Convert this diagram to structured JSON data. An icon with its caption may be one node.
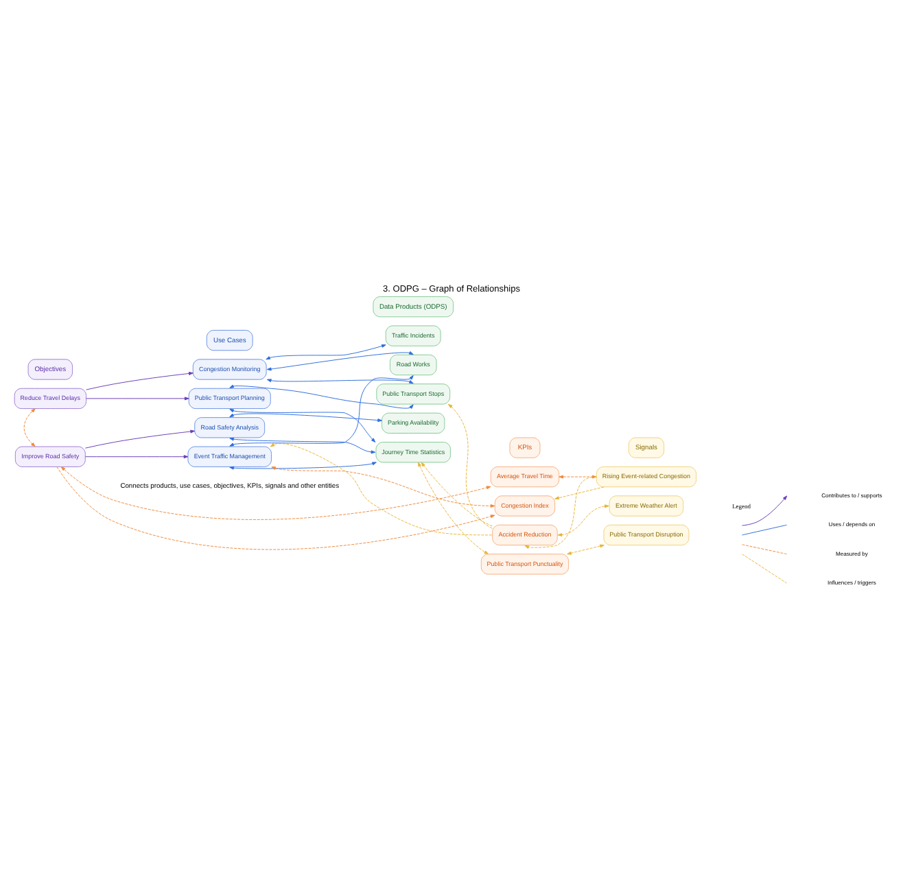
{
  "diagram": {
    "title": "3. ODPG – Graph of Relationships",
    "nodes": [
      {
        "text": [
          "Objectives"
        ]
      },
      {
        "text": [
          "Use Cases"
        ]
      },
      {
        "text": [
          "Data Products (ODPS)"
        ]
      },
      {
        "text": [
          "Reduce Travel Delays"
        ]
      },
      {
        "text": [
          "Improve Road Safety"
        ]
      },
      {
        "text": [
          "Congestion Monitoring"
        ]
      },
      {
        "text": [
          "Public Transport Planning"
        ]
      },
      {
        "text": [
          "Road Safety Analysis"
        ]
      },
      {
        "text": [
          "Event Traffic Management"
        ]
      },
      {
        "text": [
          "Traffic Incidents"
        ]
      },
      {
        "text": [
          "Road Works"
        ]
      },
      {
        "text": [
          "Public Transport Stops"
        ]
      },
      {
        "text": [
          "Parking Availability"
        ]
      },
      {
        "text": [
          "Journey Time Statistics"
        ]
      },
      {
        "text": [
          "KPIs"
        ]
      },
      {
        "text": [
          "Average Travel Time"
        ]
      },
      {
        "text": [
          "Congestion Index"
        ]
      },
      {
        "text": [
          "Accident Reduction"
        ]
      },
      {
        "text": [
          "Public Transport Punctuality"
        ]
      },
      {
        "text": [
          "Signals"
        ]
      },
      {
        "text": [
          "Rising Event-related Congestion"
        ]
      },
      {
        "text": [
          "Extreme Weather Alert"
        ]
      },
      {
        "text": [
          "Public Transport Disruption"
        ]
      }
    ],
    "edges": [
      {
        "from": 3,
        "to": 5,
        "arrow": "to",
        "color": "#6a3db8"
      },
      {
        "from": 3,
        "to": 6,
        "arrow": "to",
        "color": "#6a3db8"
      },
      {
        "from": 4,
        "to": 7,
        "arrow": "to",
        "color": "#6a3db8"
      },
      {
        "from": 4,
        "to": 8,
        "arrow": "to",
        "color": "#6a3db8"
      },
      {
        "from": 5,
        "to": 9,
        "arrow": "both"
      },
      {
        "from": 5,
        "to": 10,
        "arrow": "both"
      },
      {
        "from": 5,
        "to": 11,
        "arrow": "both"
      },
      {
        "from": 6,
        "to": 11,
        "arrow": "both"
      },
      {
        "from": 6,
        "to": 13,
        "arrow": "both"
      },
      {
        "from": 7,
        "to": 12,
        "arrow": "both"
      },
      {
        "from": 7,
        "to": 13,
        "arrow": "both"
      },
      {
        "from": 8,
        "to": 10,
        "arrow": "both"
      },
      {
        "from": 8,
        "to": 13,
        "arrow": "both"
      },
      {
        "from": 3,
        "to": 4,
        "arrow": "both",
        "style": "dashed",
        "color": "#f08a3c"
      },
      {
        "from": 4,
        "to": 15,
        "arrow": "both",
        "style": "dashed",
        "color": "#f08a3c"
      },
      {
        "from": 4,
        "to": 16,
        "arrow": "to",
        "style": "dashed",
        "color": "#f08a3c"
      },
      {
        "from": 8,
        "to": 16,
        "arrow": "both",
        "style": "dashed",
        "color": "#f08a3c"
      },
      {
        "from": 17,
        "to": 8,
        "arrow": "to",
        "style": "dashed",
        "color": "#e8b53a"
      },
      {
        "from": 17,
        "to": 11,
        "arrow": "to",
        "style": "dashed",
        "color": "#e8b53a"
      },
      {
        "from": 17,
        "to": 13,
        "arrow": "to",
        "style": "dashed",
        "color": "#e8b53a"
      },
      {
        "from": 13,
        "to": 18,
        "arrow": "both",
        "style": "dashed",
        "color": "#e8b53a"
      },
      {
        "from": 15,
        "to": 20,
        "arrow": "both",
        "style": "dashed",
        "color": "#f08a3c"
      },
      {
        "from": 20,
        "to": 16,
        "arrow": "to",
        "style": "dashed",
        "color": "#e8b53a"
      },
      {
        "from": 20,
        "to": 17,
        "arrow": "to",
        "style": "dashed",
        "color": "#e8b53a"
      },
      {
        "from": 21,
        "to": 17,
        "arrow": "both",
        "style": "dashed",
        "color": "#e8b53a"
      },
      {
        "from": 22,
        "to": 18,
        "arrow": "both",
        "style": "dashed",
        "color": "#e8b53a"
      }
    ],
    "labels": [
      "Connects products, use cases, objectives, KPIs, signals and other entities",
      "Legend"
    ],
    "legend": [
      {
        "text": "Contributes to / supports"
      },
      {
        "text": "Uses / depends on"
      },
      {
        "text": "Measured by"
      },
      {
        "text": "Influences / triggers"
      }
    ]
  }
}
